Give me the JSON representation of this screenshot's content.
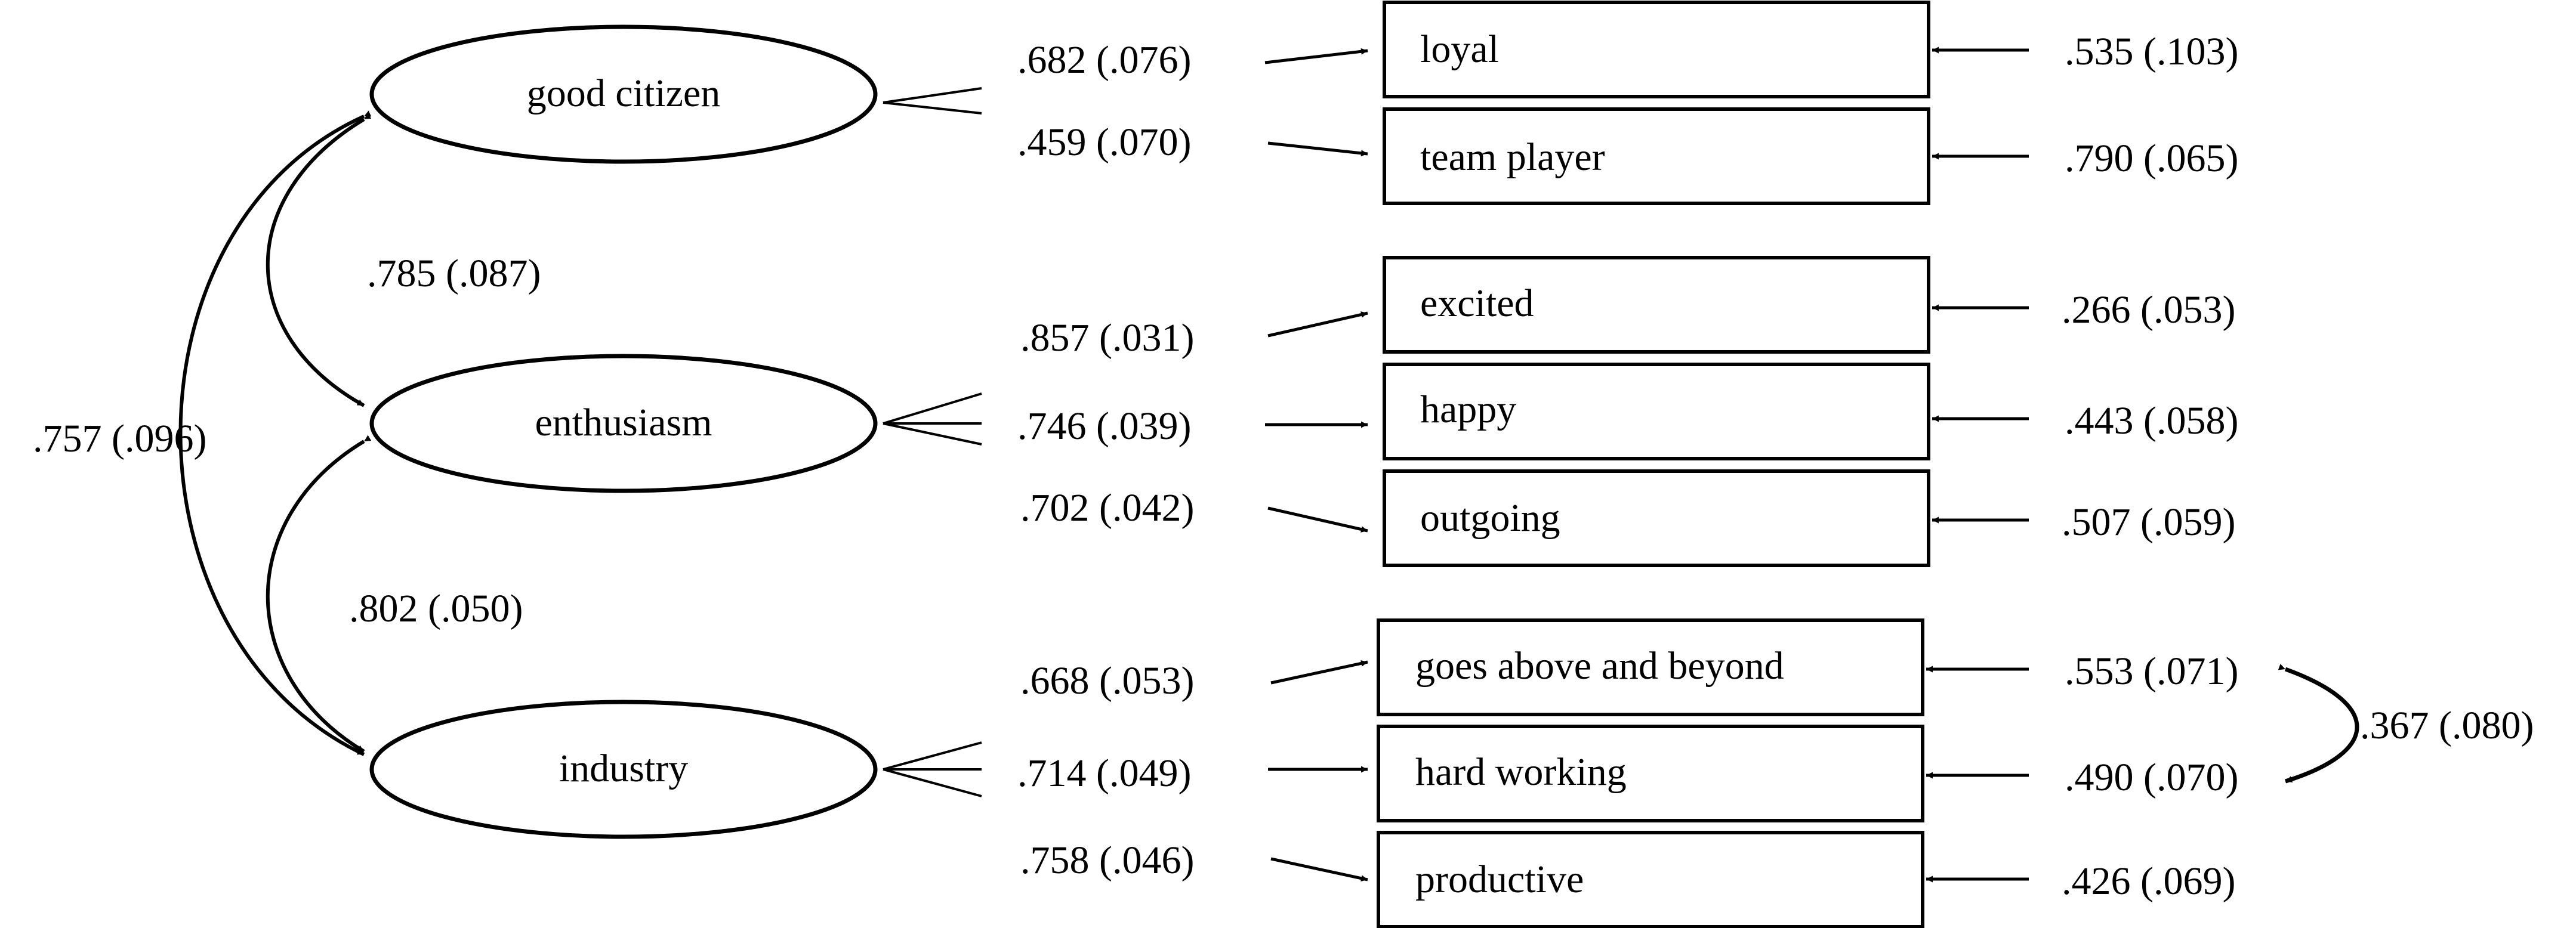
{
  "colors": {
    "ink": "#000000",
    "paper": "#ffffff"
  },
  "factors": [
    {
      "id": "good-citizen",
      "label": "good citizen"
    },
    {
      "id": "enthusiasm",
      "label": "enthusiasm"
    },
    {
      "id": "industry",
      "label": "industry"
    }
  ],
  "indicators": [
    {
      "id": "loyal",
      "label": "loyal",
      "factor": "good-citizen",
      "loading": ".682 (.076)",
      "residual": ".535 (.103)"
    },
    {
      "id": "team-player",
      "label": "team player",
      "factor": "good-citizen",
      "loading": ".459 (.070)",
      "residual": ".790 (.065)"
    },
    {
      "id": "excited",
      "label": "excited",
      "factor": "enthusiasm",
      "loading": ".857 (.031)",
      "residual": ".266 (.053)"
    },
    {
      "id": "happy",
      "label": "happy",
      "factor": "enthusiasm",
      "loading": ".746 (.039)",
      "residual": ".443 (.058)"
    },
    {
      "id": "outgoing",
      "label": "outgoing",
      "factor": "enthusiasm",
      "loading": ".702 (.042)",
      "residual": ".507 (.059)"
    },
    {
      "id": "goes-above-and-beyond",
      "label": "goes above and beyond",
      "factor": "industry",
      "loading": ".668 (.053)",
      "residual": ".553 (.071)"
    },
    {
      "id": "hard-working",
      "label": "hard working",
      "factor": "industry",
      "loading": ".714 (.049)",
      "residual": ".490 (.070)"
    },
    {
      "id": "productive",
      "label": "productive",
      "factor": "industry",
      "loading": ".758 (.046)",
      "residual": ".426 (.069)"
    }
  ],
  "factor_correlations": [
    {
      "id": "good-citizen-enthusiasm",
      "from": "good-citizen",
      "to": "enthusiasm",
      "label": ".785 (.087)"
    },
    {
      "id": "enthusiasm-industry",
      "from": "enthusiasm",
      "to": "industry",
      "label": ".802 (.050)"
    },
    {
      "id": "good-citizen-industry",
      "from": "good-citizen",
      "to": "industry",
      "label": ".757 (.096)"
    }
  ],
  "residual_correlations": [
    {
      "id": "goes-above-and-beyond-hard-working",
      "from": "goes-above-and-beyond",
      "to": "hard-working",
      "label": ".367 (.080)"
    }
  ]
}
